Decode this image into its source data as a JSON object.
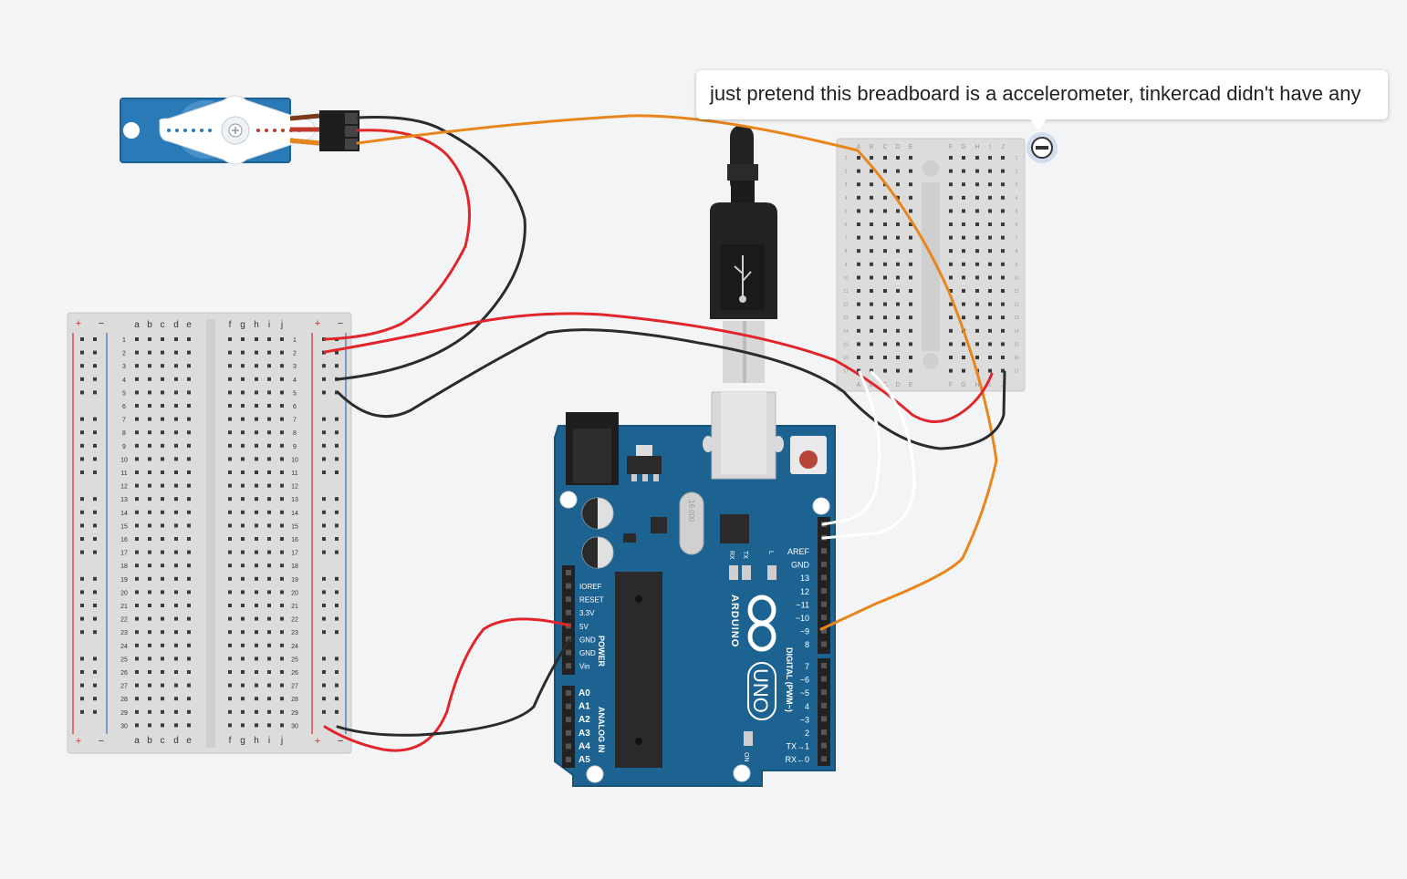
{
  "annotation": {
    "text": "just pretend this breadboard is a accelerometer, tinkercad didn't have any"
  },
  "breadboard_main": {
    "rail_plus": "+",
    "rail_minus": "−",
    "column_letters_left": [
      "a",
      "b",
      "c",
      "d",
      "e"
    ],
    "column_letters_right": [
      "f",
      "g",
      "h",
      "i",
      "j"
    ],
    "row_numbers": [
      "1",
      "2",
      "3",
      "4",
      "5",
      "6",
      "7",
      "8",
      "9",
      "10",
      "11",
      "12",
      "13",
      "14",
      "15",
      "16",
      "17",
      "18",
      "19",
      "20",
      "21",
      "22",
      "23",
      "24",
      "25",
      "26",
      "27",
      "28",
      "29",
      "30"
    ]
  },
  "breadboard_mini": {
    "column_letters": [
      "A",
      "B",
      "C",
      "D",
      "E",
      "F",
      "G",
      "H",
      "I",
      "J"
    ],
    "row_numbers": [
      "1",
      "2",
      "3",
      "4",
      "5",
      "6",
      "7",
      "8",
      "9",
      "10",
      "11",
      "12",
      "13",
      "14",
      "15",
      "16",
      "17"
    ]
  },
  "arduino": {
    "brand": "ARDUINO",
    "model": "UNO",
    "crystal": "16.000",
    "power_header_title": "POWER",
    "power_pins": [
      "IOREF",
      "RESET",
      "3.3V",
      "5V",
      "GND",
      "GND",
      "Vin"
    ],
    "analog_header_title": "ANALOG IN",
    "analog_pins": [
      "A0",
      "A1",
      "A2",
      "A3",
      "A4",
      "A5"
    ],
    "digital_header_title": "DIGITAL (PWM~)",
    "digital_pins_top": [
      "AREF",
      "GND",
      "13",
      "12",
      "~11",
      "~10",
      "~9",
      "8"
    ],
    "digital_pins_bottom": [
      "7",
      "~6",
      "~5",
      "4",
      "~3",
      "2",
      "TX→1",
      "RX←0"
    ],
    "led_labels": [
      "RX",
      "TX",
      "L"
    ],
    "on_label": "ON"
  },
  "colors": {
    "background": "#f3f4f6",
    "board_blue": "#1d6391",
    "wire_red": "#e0262a",
    "wire_black": "#2b2b2b",
    "wire_orange": "#e8861c",
    "wire_white": "#ffffff",
    "servo_blue": "#2a7ab8"
  }
}
